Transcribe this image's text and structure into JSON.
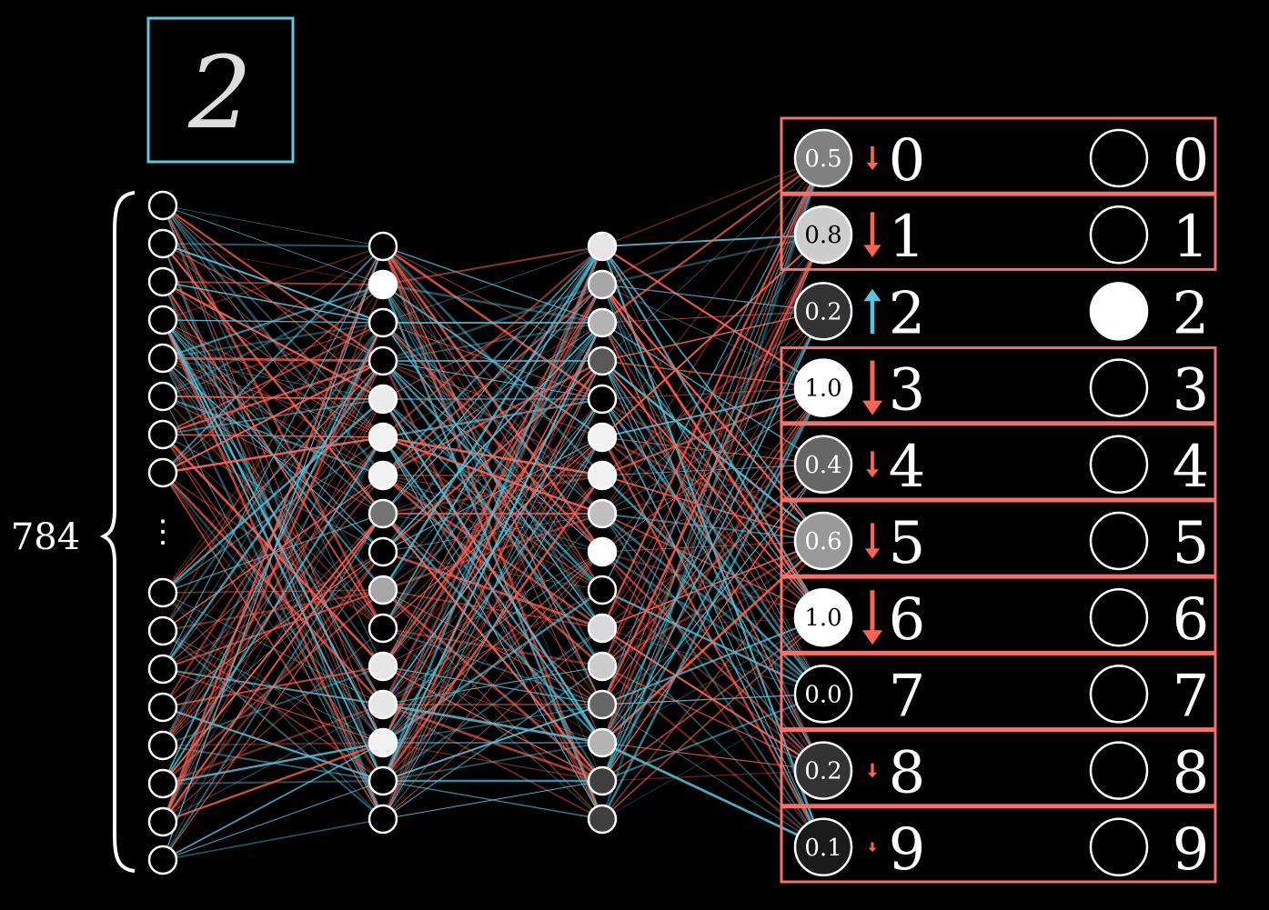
{
  "input_image": {
    "digit": "2"
  },
  "input_layer": {
    "count_label": "784",
    "ellipsis": "⋮"
  },
  "hidden_layer_1": {
    "brightness": [
      0,
      1,
      0,
      0,
      0.92,
      0.95,
      0.95,
      0.45,
      0,
      0.65,
      0,
      0.9,
      0.9,
      0.95,
      0,
      0
    ]
  },
  "hidden_layer_2": {
    "brightness": [
      0.9,
      0.65,
      0.7,
      0.35,
      0,
      0.95,
      0.95,
      0.75,
      1,
      0,
      0.85,
      0.8,
      0.4,
      0.7,
      0.25,
      0.25
    ]
  },
  "outputs": [
    {
      "digit": "0",
      "activation": "0.5",
      "nudge": "down",
      "nudge_size": 0.35,
      "target": 0,
      "highlighted": true
    },
    {
      "digit": "1",
      "activation": "0.8",
      "nudge": "down",
      "nudge_size": 0.8,
      "target": 0,
      "highlighted": true
    },
    {
      "digit": "2",
      "activation": "0.2",
      "nudge": "up",
      "nudge_size": 0.8,
      "target": 1,
      "highlighted": false
    },
    {
      "digit": "3",
      "activation": "1.0",
      "nudge": "down",
      "nudge_size": 1.0,
      "target": 0,
      "highlighted": true
    },
    {
      "digit": "4",
      "activation": "0.4",
      "nudge": "down",
      "nudge_size": 0.4,
      "target": 0,
      "highlighted": true
    },
    {
      "digit": "5",
      "activation": "0.6",
      "nudge": "down",
      "nudge_size": 0.6,
      "target": 0,
      "highlighted": true
    },
    {
      "digit": "6",
      "activation": "1.0",
      "nudge": "down",
      "nudge_size": 1.0,
      "target": 0,
      "highlighted": true
    },
    {
      "digit": "7",
      "activation": "0.0",
      "nudge": "none",
      "nudge_size": 0,
      "target": 0,
      "highlighted": true
    },
    {
      "digit": "8",
      "activation": "0.2",
      "nudge": "down",
      "nudge_size": 0.15,
      "target": 0,
      "highlighted": true
    },
    {
      "digit": "9",
      "activation": "0.1",
      "nudge": "down",
      "nudge_size": 0.05,
      "target": 0,
      "highlighted": true
    }
  ],
  "colors": {
    "positive_weight": "#58c4dd",
    "negative_weight": "#fc6255",
    "highlight_box": "#f5716b",
    "input_frame": "#5fc8e0",
    "nudge_down": "#fc6255",
    "nudge_up": "#58c4dd"
  }
}
